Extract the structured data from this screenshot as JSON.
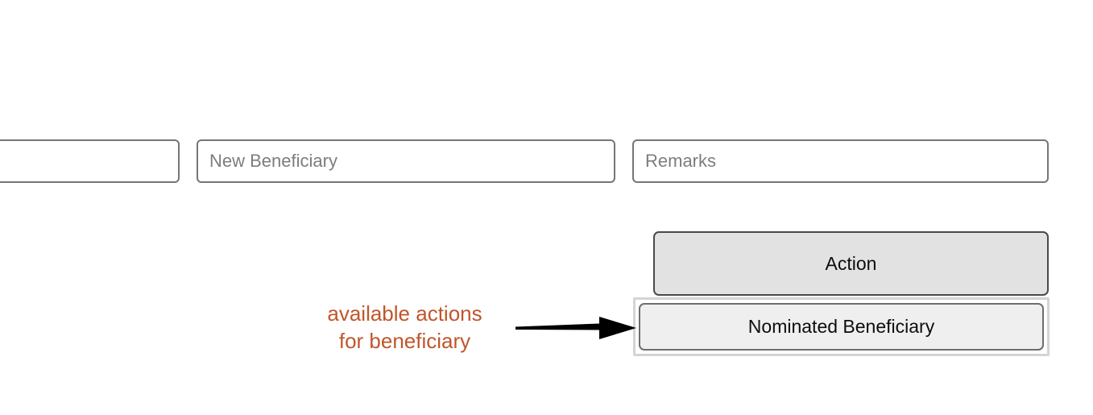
{
  "form": {
    "fields": [
      {
        "name": "account-field",
        "placeholder": "",
        "value": ""
      },
      {
        "name": "new-beneficiary-field",
        "placeholder": "New Beneficiary",
        "value": ""
      },
      {
        "name": "remarks-field",
        "placeholder": "Remarks",
        "value": ""
      }
    ]
  },
  "action_control": {
    "button_label": "Action",
    "menu_items": [
      {
        "label": "Nominated Beneficiary",
        "selected": true
      }
    ]
  },
  "annotation": {
    "text": "available actions\nfor beneficiary",
    "color": "#c0562b",
    "arrow_color": "#000000",
    "arrow_direction": "right"
  },
  "colors": {
    "field_border": "#767676",
    "placeholder_text": "#7d7d7d",
    "action_button_bg": "#e2e2e2",
    "action_button_border": "#4a4a4a",
    "menu_item_bg": "#efefef",
    "menu_item_border": "#6e6e6e",
    "menu_focus_ring": "#d4d4d4",
    "page_bg": "#ffffff"
  }
}
